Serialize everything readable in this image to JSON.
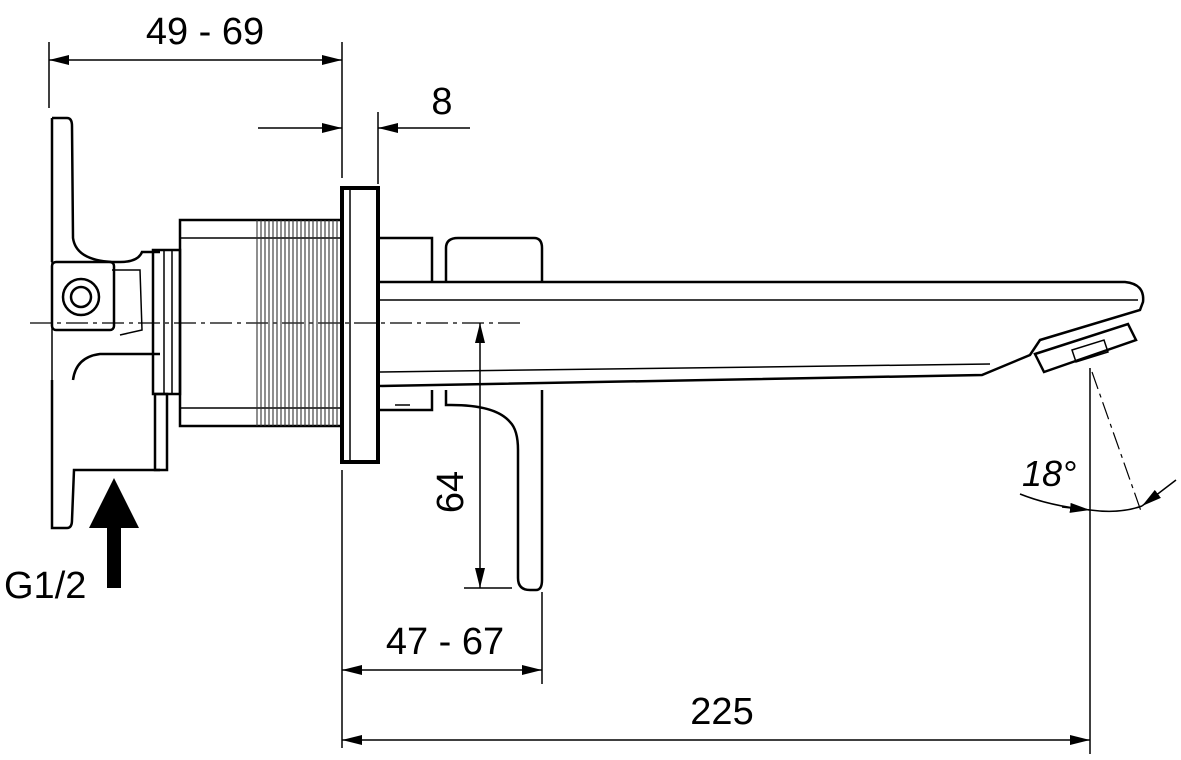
{
  "dimensions": {
    "wall_depth": "49 - 69",
    "plate_thickness": "8",
    "handle_height": "64",
    "lever_depth": "47 - 67",
    "spout_length": "225",
    "connection": "G1/2",
    "spray_angle": "18°"
  }
}
